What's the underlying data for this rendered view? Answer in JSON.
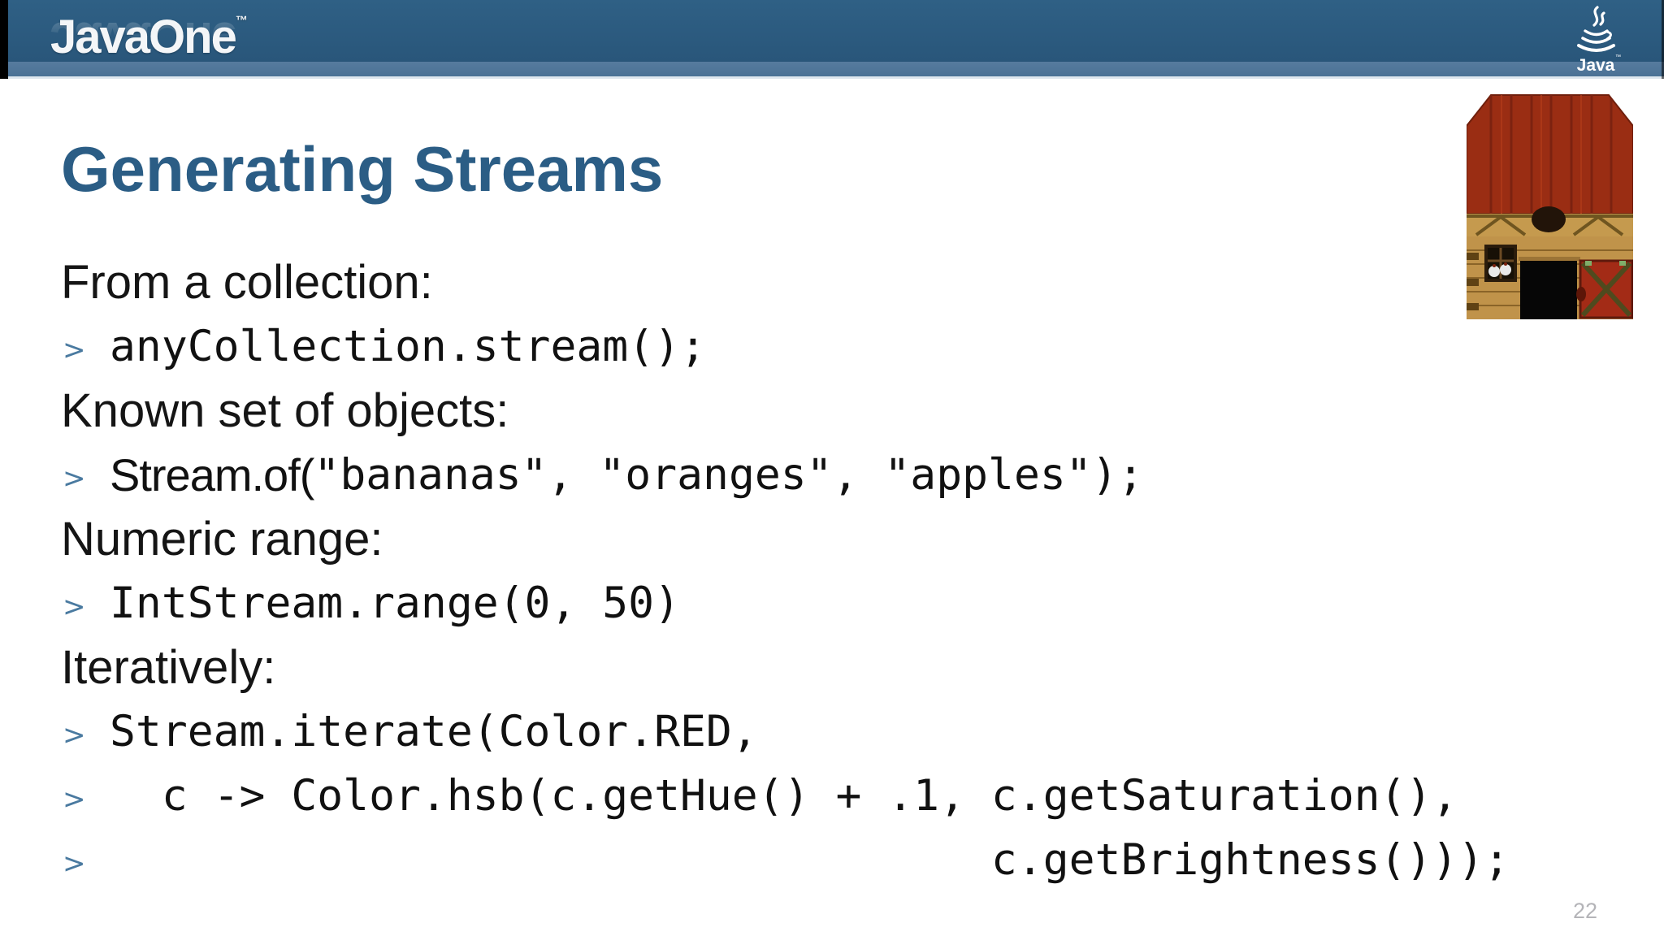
{
  "header": {
    "brand": "JavaOne",
    "brand_trademark": "™",
    "colors": {
      "bar_dark": "#2b5a7e",
      "bar_light": "#4f7699"
    },
    "java_logo": {
      "label": "Java",
      "trademark": "™"
    }
  },
  "slide": {
    "title": "Generating Streams",
    "page_number": "22",
    "colors": {
      "title": "#2b5d85",
      "bullet": "#4a7aa0",
      "body_text": "#151515"
    },
    "illustration": "pixel-art red barn with open door, barn door and chickens in window",
    "lines": [
      {
        "type": "heading",
        "text": "From a collection:"
      },
      {
        "type": "code",
        "bullet": ">",
        "text": "anyCollection.stream();"
      },
      {
        "type": "heading",
        "text": "Known set of objects:"
      },
      {
        "type": "code_mixed",
        "bullet": ">",
        "prefix": "Stream.of(",
        "text": "\"bananas\", \"oranges\", \"apples\");"
      },
      {
        "type": "heading",
        "text": "Numeric range:"
      },
      {
        "type": "code",
        "bullet": ">",
        "text": "IntStream.range(0, 50)"
      },
      {
        "type": "heading",
        "text": "Iteratively:"
      },
      {
        "type": "code",
        "bullet": ">",
        "text": "Stream.iterate(Color.RED,"
      },
      {
        "type": "code",
        "bullet": ">",
        "text": "  c -> Color.hsb(c.getHue() + .1, c.getSaturation(),"
      },
      {
        "type": "code",
        "bullet": ">",
        "text": "                                  c.getBrightness()));"
      }
    ]
  }
}
